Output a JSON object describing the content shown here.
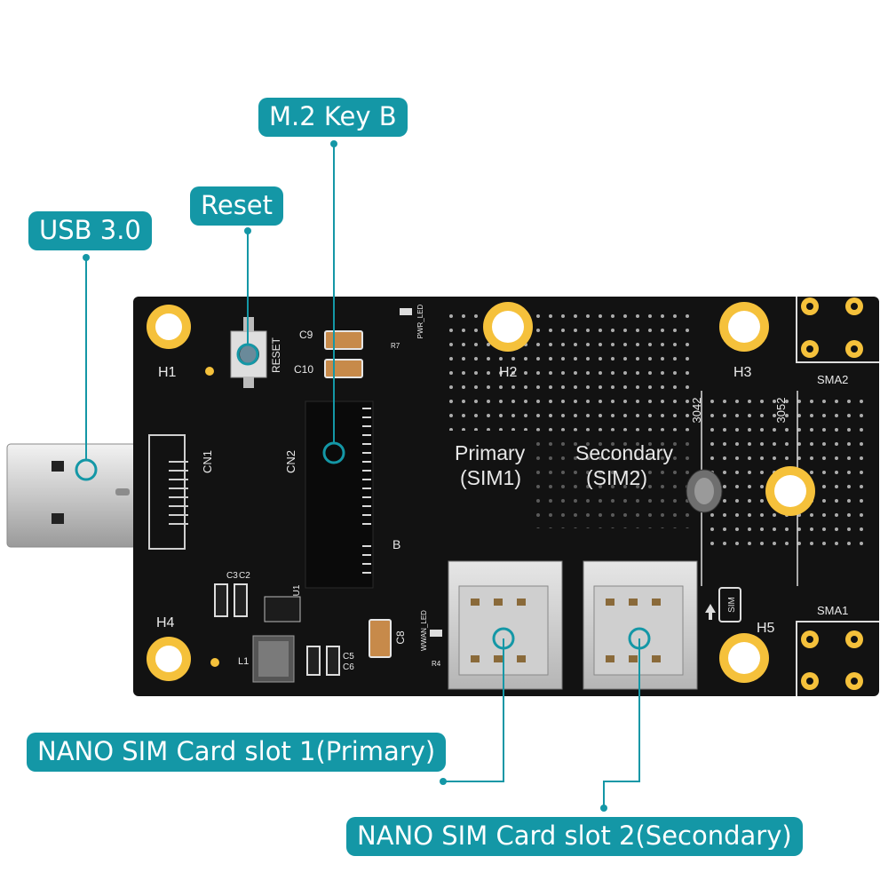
{
  "callouts": {
    "usb": "USB 3.0",
    "reset": "Reset",
    "m2": "M.2 Key B",
    "sim1": "NANO SIM Card slot 1(Primary)",
    "sim2": "NANO SIM Card slot 2(Secondary)"
  },
  "board": {
    "h1": "H1",
    "h2": "H2",
    "h3": "H3",
    "h4": "H4",
    "h5": "H5",
    "sma1": "SMA1",
    "sma2": "SMA2",
    "cn1": "CN1",
    "cn2": "CN2",
    "reset_silk": "RESET",
    "c9": "C9",
    "c10": "C10",
    "c8": "C8",
    "c2": "C2",
    "c3": "C3",
    "c6": "C6",
    "c5": "C5",
    "l1": "L1",
    "u1": "U1",
    "r7": "R7",
    "r4": "R4",
    "pwr_led": "PWR_LED",
    "wwan_led": "WWAN_LED",
    "b_mark": "B",
    "len_3042": "3042",
    "len_3052": "3052",
    "primary": "Primary",
    "sim1": "(SIM1)",
    "secondary": "Secondary",
    "sim2": "(SIM2)",
    "sim_icon": "SIM"
  },
  "colors": {
    "accent": "#1497a6",
    "pcb": "#111111",
    "gold": "#f5c13b",
    "silk": "#e8e8e8"
  }
}
